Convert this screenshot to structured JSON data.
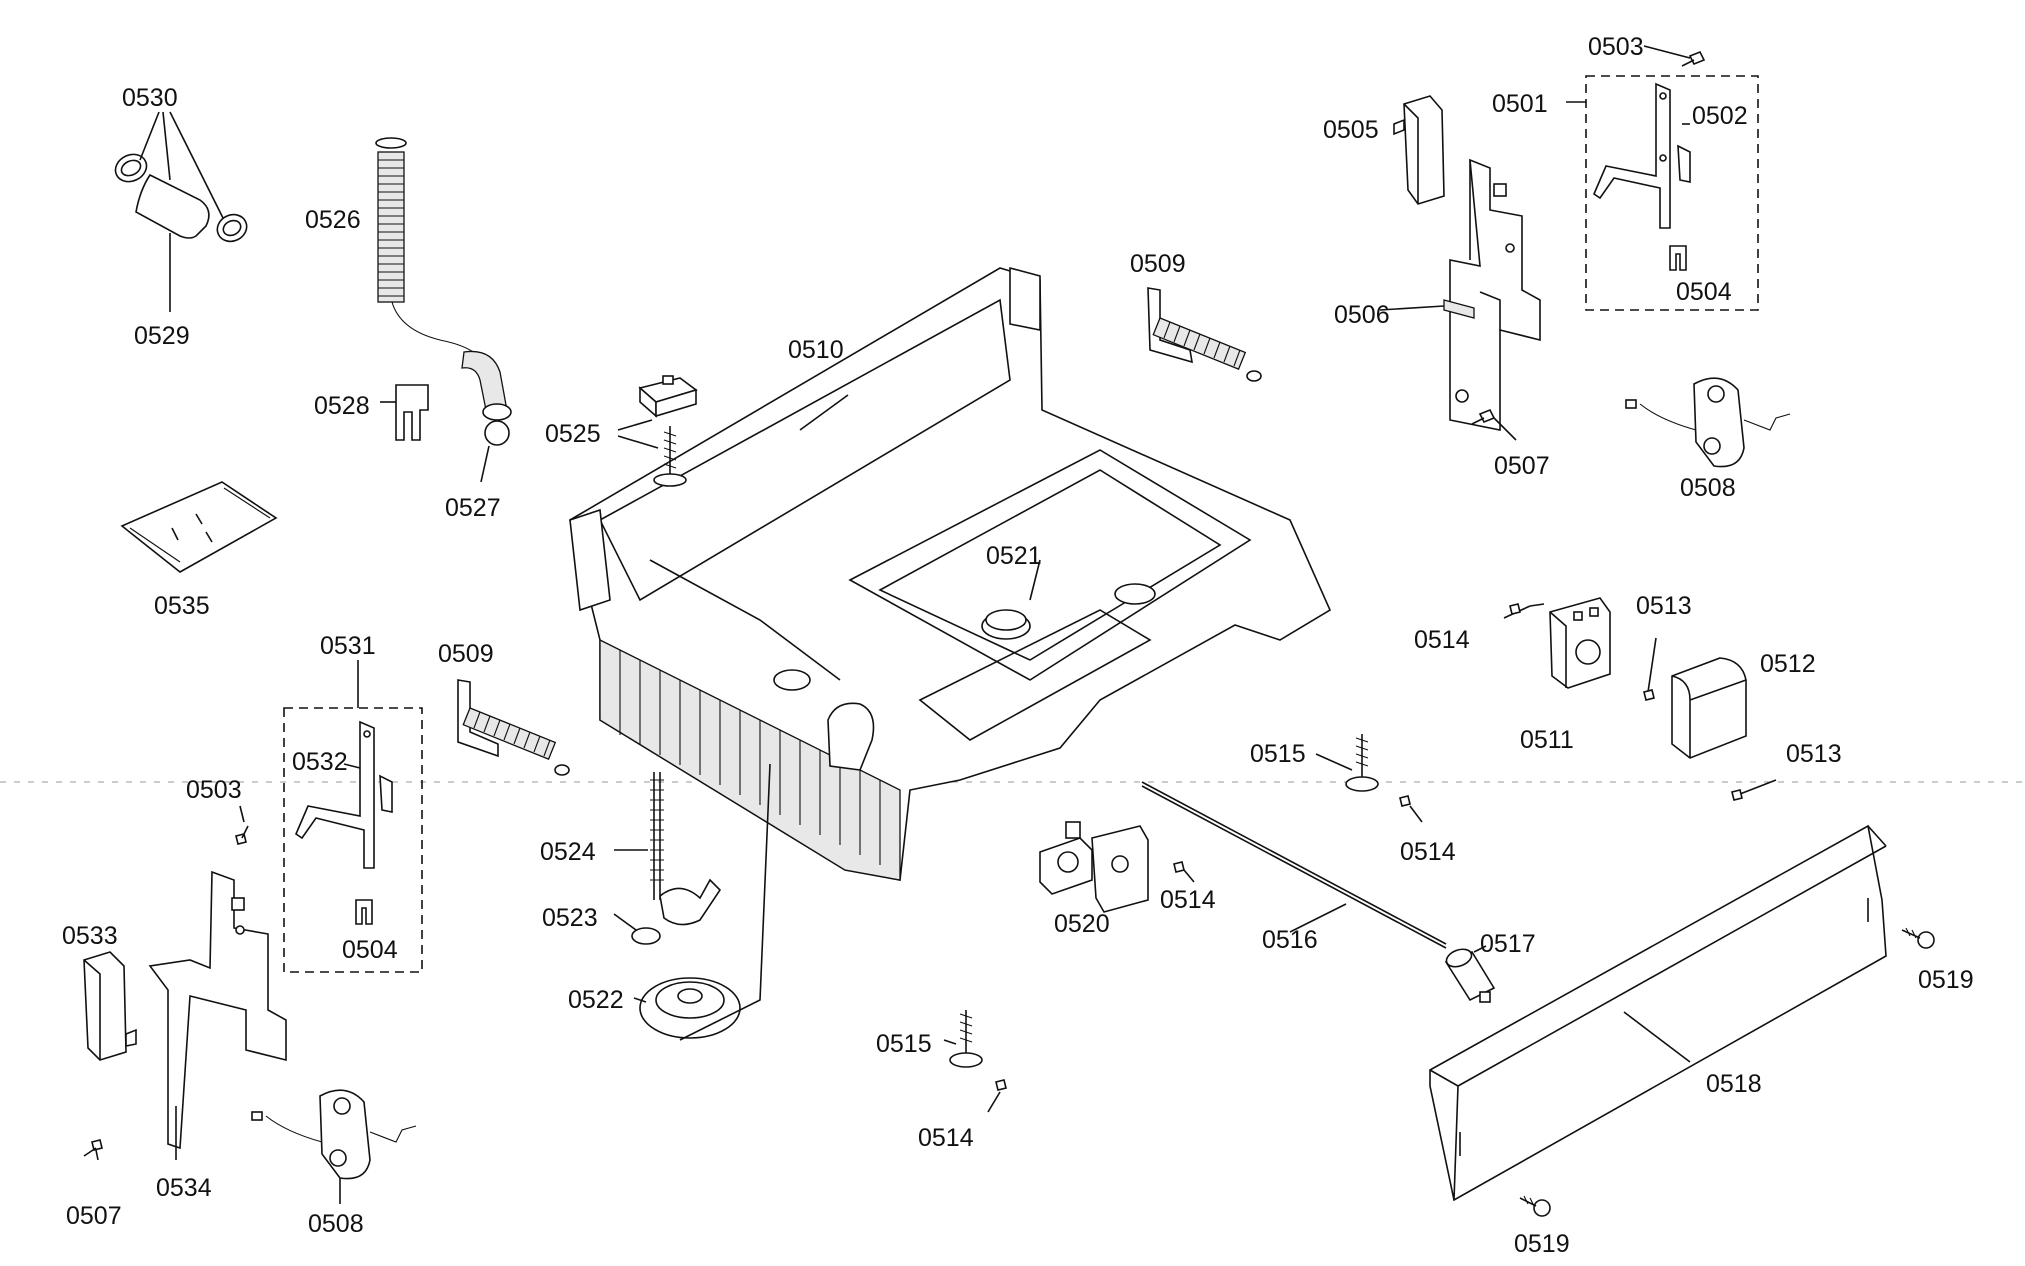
{
  "diagram": {
    "parts": [
      {
        "id": "p0501",
        "number": "0501"
      },
      {
        "id": "p0502",
        "number": "0502"
      },
      {
        "id": "p0503a",
        "number": "0503"
      },
      {
        "id": "p0503b",
        "number": "0503"
      },
      {
        "id": "p0504a",
        "number": "0504"
      },
      {
        "id": "p0504b",
        "number": "0504"
      },
      {
        "id": "p0505",
        "number": "0505"
      },
      {
        "id": "p0506",
        "number": "0506"
      },
      {
        "id": "p0507a",
        "number": "0507"
      },
      {
        "id": "p0507b",
        "number": "0507"
      },
      {
        "id": "p0508a",
        "number": "0508"
      },
      {
        "id": "p0508b",
        "number": "0508"
      },
      {
        "id": "p0509a",
        "number": "0509"
      },
      {
        "id": "p0509b",
        "number": "0509"
      },
      {
        "id": "p0510",
        "number": "0510"
      },
      {
        "id": "p0511",
        "number": "0511"
      },
      {
        "id": "p0512",
        "number": "0512"
      },
      {
        "id": "p0513a",
        "number": "0513"
      },
      {
        "id": "p0513b",
        "number": "0513"
      },
      {
        "id": "p0514a",
        "number": "0514"
      },
      {
        "id": "p0514b",
        "number": "0514"
      },
      {
        "id": "p0514c",
        "number": "0514"
      },
      {
        "id": "p0514d",
        "number": "0514"
      },
      {
        "id": "p0515a",
        "number": "0515"
      },
      {
        "id": "p0515b",
        "number": "0515"
      },
      {
        "id": "p0516",
        "number": "0516"
      },
      {
        "id": "p0517",
        "number": "0517"
      },
      {
        "id": "p0518",
        "number": "0518"
      },
      {
        "id": "p0519a",
        "number": "0519"
      },
      {
        "id": "p0519b",
        "number": "0519"
      },
      {
        "id": "p0520",
        "number": "0520"
      },
      {
        "id": "p0521",
        "number": "0521"
      },
      {
        "id": "p0522",
        "number": "0522"
      },
      {
        "id": "p0523",
        "number": "0523"
      },
      {
        "id": "p0524",
        "number": "0524"
      },
      {
        "id": "p0525",
        "number": "0525"
      },
      {
        "id": "p0526",
        "number": "0526"
      },
      {
        "id": "p0527",
        "number": "0527"
      },
      {
        "id": "p0528",
        "number": "0528"
      },
      {
        "id": "p0529",
        "number": "0529"
      },
      {
        "id": "p0530",
        "number": "0530"
      },
      {
        "id": "p0531",
        "number": "0531"
      },
      {
        "id": "p0532",
        "number": "0532"
      },
      {
        "id": "p0533",
        "number": "0533"
      },
      {
        "id": "p0534",
        "number": "0534"
      },
      {
        "id": "p0535",
        "number": "0535"
      }
    ]
  }
}
